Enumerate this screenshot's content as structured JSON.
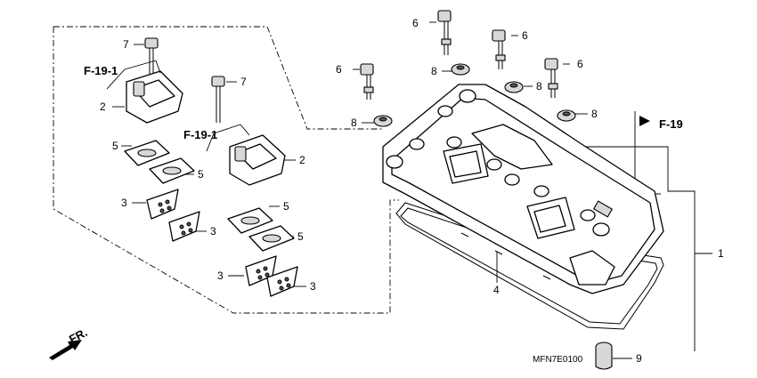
{
  "callouts": {
    "bolt_7a": "7",
    "bolt_7b": "7",
    "cover_2a": "2",
    "cover_2b": "2",
    "pad_5a": "5",
    "pad_5b": "5",
    "pad_5c": "5",
    "pad_5d": "5",
    "plate_3a": "3",
    "plate_3b": "3",
    "plate_3c": "3",
    "plate_3d": "3",
    "bolt_6a": "6",
    "bolt_6b": "6",
    "bolt_6c": "6",
    "bolt_6d": "6",
    "washer_8a": "8",
    "washer_8b": "8",
    "washer_8c": "8",
    "washer_8d": "8",
    "head_cover_1": "1",
    "gasket_4": "4",
    "plug_9": "9"
  },
  "references": {
    "ref_a": "F-19-1",
    "ref_b": "F-19-1",
    "ref_c": "F-19"
  },
  "front_marker": "FR.",
  "diagram_code": "MFN7E0100"
}
